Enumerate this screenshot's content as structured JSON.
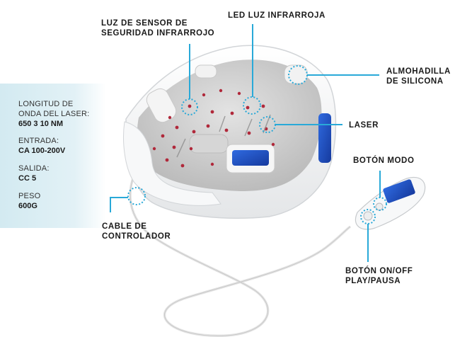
{
  "specs": [
    {
      "label": "LONGITUD DE ONDA DEL LASER:",
      "value": "650 3 10 NM"
    },
    {
      "label": "ENTRADA:",
      "value": "CA 100-200V"
    },
    {
      "label": "SALIDA:",
      "value": "CC 5"
    },
    {
      "label": "PESO",
      "value": "600G"
    }
  ],
  "callouts": {
    "sensor_line1": "LUZ DE SENSOR DE",
    "sensor_line2": "SEGURIDAD INFRARROJO",
    "led": "LED LUZ INFRARROJA",
    "pad_line1": "ALMOHADILLA",
    "pad_line2": "DE SILICONA",
    "laser": "LASER",
    "mode": "BOTÓN MODO",
    "cable_line1": "CABLE DE",
    "cable_line2": "CONTROLADOR",
    "onoff_line1": "BOTÓN ON/OFF",
    "onoff_line2": "PLAY/PAUSA"
  },
  "colors": {
    "accent": "#29a9d8",
    "panel": "#d8ecf3",
    "display": "#1d4fc4",
    "led": "#b0283a"
  },
  "icons": [
    "helmet-device",
    "remote-controller",
    "cable"
  ]
}
